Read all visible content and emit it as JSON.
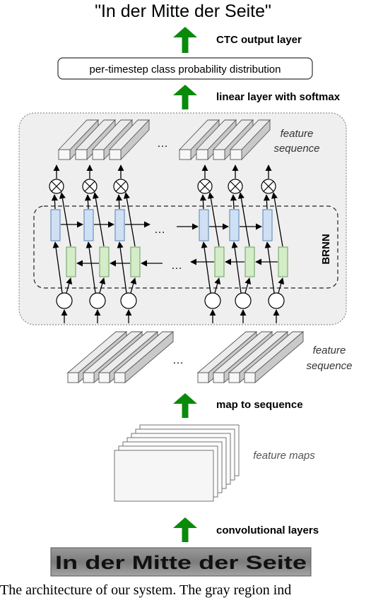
{
  "title": "\"In der Mitte der Seite\"",
  "stages": {
    "ctc": "CTC output layer",
    "softmax": "linear layer with softmax",
    "map_to_sequence": "map to sequence",
    "conv": "convolutional layers"
  },
  "prob_box": "per-timestep class probability distribution",
  "labels": {
    "feature_sequence_top_1": "feature",
    "feature_sequence_top_2": "sequence",
    "feature_sequence_mid_1": "feature",
    "feature_sequence_mid_2": "sequence",
    "feature_maps": "feature maps",
    "brnn": "BRNN",
    "ellipsis": "…"
  },
  "input_text": "In der Mitte der Seite",
  "caption": "The architecture of our system. The gray region ind",
  "colors": {
    "arrow_green": "#0a8a0a",
    "gray_region": "#efefef",
    "forward_cell": "#cfe0f5",
    "backward_cell": "#d4ecc8",
    "input_strip": "#8a8a8a"
  }
}
